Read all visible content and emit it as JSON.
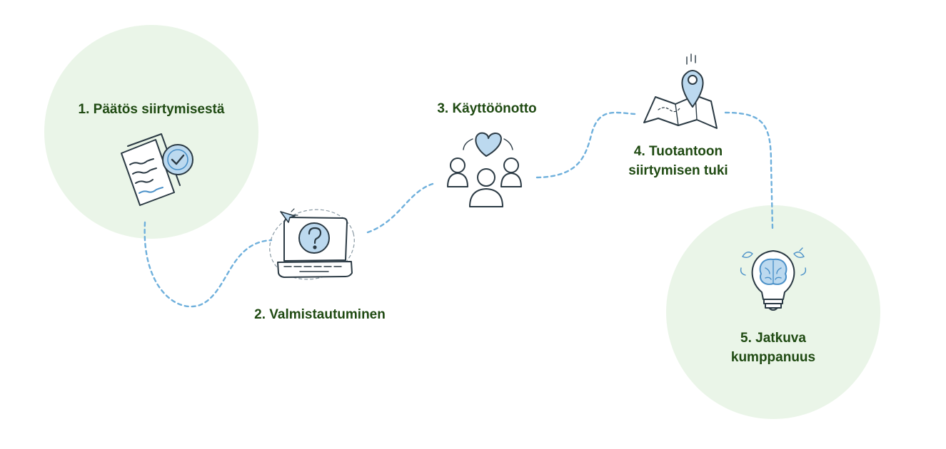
{
  "steps": [
    {
      "lines": [
        "1. Päätös siirtymisestä"
      ],
      "icon": "document-check-icon"
    },
    {
      "lines": [
        "2. Valmistautuminen"
      ],
      "icon": "laptop-question-icon"
    },
    {
      "lines": [
        "3. Käyttöönotto"
      ],
      "icon": "team-heart-icon"
    },
    {
      "lines": [
        "4. Tuotantoon",
        "siirtymisen tuki"
      ],
      "icon": "map-pin-icon"
    },
    {
      "lines": [
        "5. Jatkuva",
        "kumppanuus"
      ],
      "icon": "lightbulb-brain-icon"
    }
  ],
  "colors": {
    "circle": "#eaf5e8",
    "path": "#6fb0dc",
    "text": "#1f4a12",
    "icon_fill": "#bcd9ef",
    "icon_stroke": "#2b3a44",
    "icon_accent": "#4a90c8"
  }
}
